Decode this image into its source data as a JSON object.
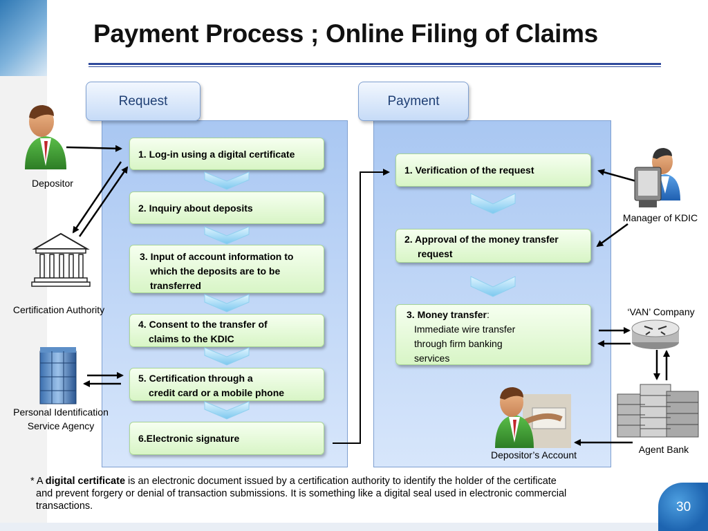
{
  "title": "Payment Process ; Online Filing of Claims",
  "columns": {
    "request": {
      "label": "Request",
      "steps": [
        {
          "text": "1. Log-in using a digital certificate"
        },
        {
          "text": "2. Inquiry about deposits"
        },
        {
          "text": "3. Input of account information to",
          "line2": "which the deposits are to be",
          "line3": "transferred"
        },
        {
          "text": "4. Consent to the transfer of",
          "line2": "claims to the KDIC"
        },
        {
          "text": "5. Certification through a",
          "line2": "credit card or a mobile phone"
        },
        {
          "text": "6.Electronic signature"
        }
      ]
    },
    "payment": {
      "label": "Payment",
      "steps": [
        {
          "text": "1. Verification of the request"
        },
        {
          "text": "2. Approval of the money transfer",
          "line2": "request"
        },
        {
          "text": "3. Money transfer",
          "suffix": ":",
          "line2": "Immediate wire transfer",
          "line3": "through firm banking",
          "line4": "services"
        }
      ]
    }
  },
  "actors": {
    "depositor": "Depositor",
    "certification_authority": "Certification Authority",
    "personal_identification": "Personal Identification",
    "personal_identification_line2": "Service Agency",
    "manager": "Manager of KDIC",
    "van": "‘VAN’ Company",
    "agent_bank": "Agent Bank",
    "depositor_account": "Depositor’s Account"
  },
  "footnote": {
    "prefix": "* A ",
    "bold": "digital certificate",
    "rest": " is an electronic document issued by a certification authority to identify the holder of the certificate",
    "line2": "and prevent forgery or denial of transaction submissions. It is something like a digital seal used in electronic commercial",
    "line3": "transactions."
  },
  "page_number": "30",
  "colors": {
    "panel_blue": "#a9c7f2",
    "step_green": "#d8f5c6",
    "header_text": "#1f3f74",
    "title_rule": "#2f4a9c"
  }
}
